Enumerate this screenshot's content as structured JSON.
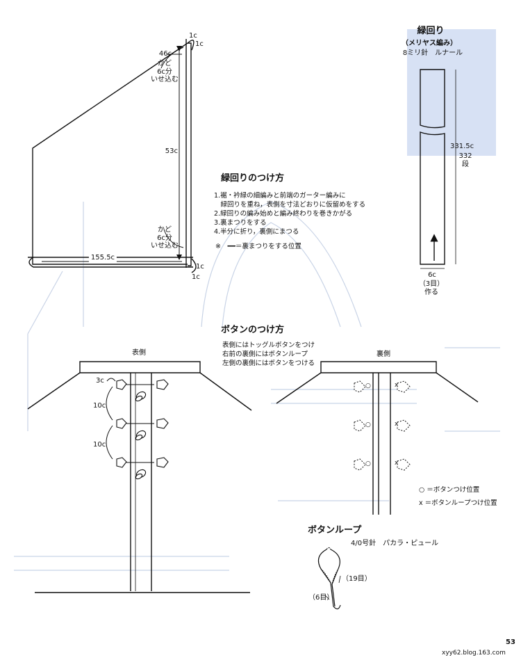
{
  "edging_diagram": {
    "dims": {
      "d46": "46c",
      "c1_top_a": "1c",
      "c1_top_b": "1c",
      "corner_top": "かど\n6c分\nいせ込む",
      "d53": "53c",
      "corner_bottom": "かど\n6c分\nいせ込む",
      "d155": "155.5c",
      "c1_bot_a": "1c",
      "c1_bot_b": "1c"
    }
  },
  "edging_strip": {
    "title": "緑回り",
    "subtitle": "（メリヤス編み）",
    "needle": "8ミリ針　ルナール",
    "length": "331.5c",
    "rows": "332\n段",
    "width": "6c",
    "stitches": "（3目）\n作る"
  },
  "attach_edging": {
    "title": "緑回りのつけ方",
    "steps": [
      "1.裾・衿緑の細編みと前端のガーター編みに",
      "　緑回りを重ね，表側を寸法どおりに仮留めをする",
      "2.緑回りの編み始めと編み終わりを巻きかがる",
      "3.裏まつりをする",
      "4.半分に折り，裏側にまつる"
    ],
    "legend": "※　━━＝裏まつりをする位置"
  },
  "buttons": {
    "title": "ボタンのつけ方",
    "notes": [
      "表側にはトッグルボタンをつけ",
      "右前の裏側にはボタンループ",
      "左側の裏側にはボタンをつける"
    ],
    "front_label": "表側",
    "back_label": "裏側",
    "d3": "3c",
    "d10a": "10c",
    "d10b": "10c",
    "legend_o": "○ ＝ボタンつけ位置",
    "legend_x": "x ＝ボタンループつけ位置",
    "o_mark": "○",
    "x_mark": "x"
  },
  "button_loop": {
    "title": "ボタンループ",
    "needle": "4/0号針　パカラ・ピュール",
    "st19": "（19目）",
    "st6": "（6目）"
  },
  "page_number": "53",
  "watermark": "xyy62.blog.163.com"
}
